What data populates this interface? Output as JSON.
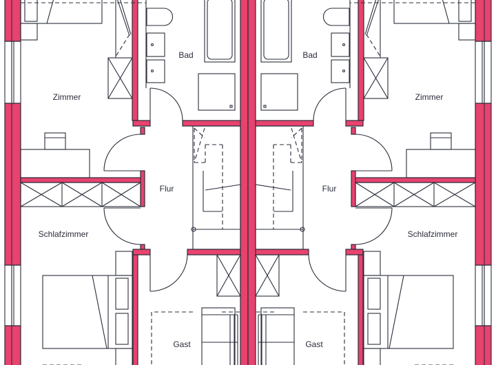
{
  "colors": {
    "wall": "#e8426f",
    "line": "#2a2d3a",
    "background": "#ffffff"
  },
  "left_unit": {
    "rooms": {
      "bad": "Bad",
      "zimmer": "Zimmer",
      "flur": "Flur",
      "schlafzimmer": "Schlafzimmer",
      "gast": "Gast"
    }
  },
  "right_unit": {
    "rooms": {
      "bad": "Bad",
      "zimmer": "Zimmer",
      "flur": "Flur",
      "schlafzimmer": "Schlafzimmer",
      "gast": "Gast"
    }
  }
}
